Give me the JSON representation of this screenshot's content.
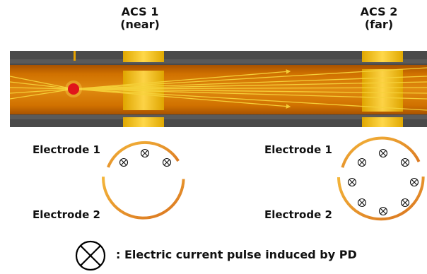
{
  "sensors": [
    {
      "name": "ACS 1",
      "position_label": "(near)"
    },
    {
      "name": "ACS 2",
      "position_label": "(far)"
    }
  ],
  "cross_sections": [
    {
      "electrode_top": "Electrode 1",
      "electrode_bottom": "Electrode 2",
      "pulse_count": 3
    },
    {
      "electrode_top": "Electrode 1",
      "electrode_bottom": "Electrode 2",
      "pulse_count": 8
    }
  ],
  "legend": {
    "symbol": "circle-x-icon",
    "text": ": Electric current pulse induced by PD"
  },
  "colors": {
    "sheath": "#4a4a4a",
    "insulation_core": "#d97a00",
    "insulation_edge": "#b25a00",
    "current_line": "#f6d23a",
    "pd_source": "#e0151b",
    "sensor_band": "#f2c400",
    "ring": "#e59a2e"
  }
}
